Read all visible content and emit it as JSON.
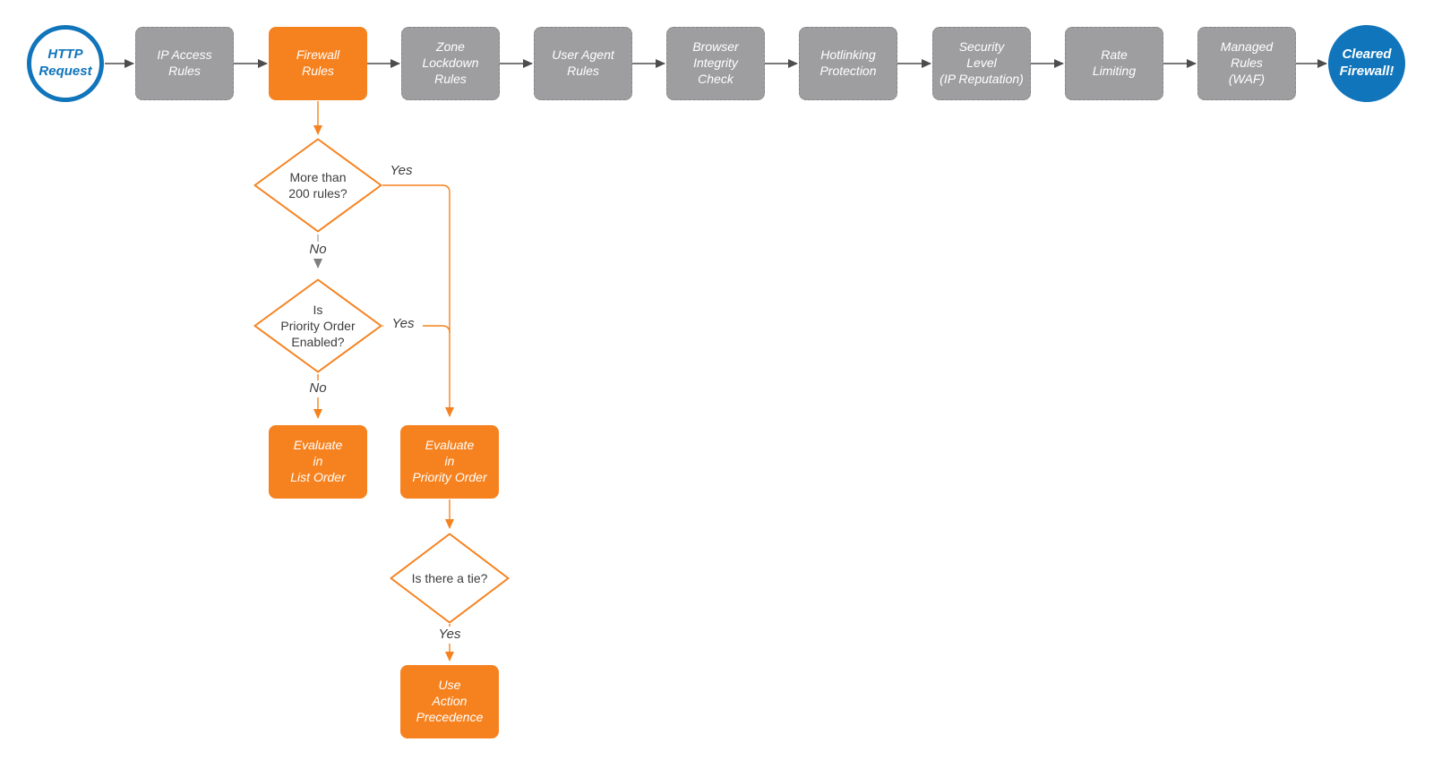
{
  "colors": {
    "orange": "#F6821F",
    "blue": "#1075BB",
    "gray": "#9E9EA0",
    "arrow_gray": "#4D4D4D"
  },
  "flow": {
    "start": {
      "label": "HTTP\nRequest"
    },
    "stages": [
      {
        "id": "ip-access-rules",
        "label": "IP Access\nRules",
        "type": "gray"
      },
      {
        "id": "firewall-rules",
        "label": "Firewall\nRules",
        "type": "orange"
      },
      {
        "id": "zone-lockdown-rules",
        "label": "Zone\nLockdown\nRules",
        "type": "gray"
      },
      {
        "id": "user-agent-rules",
        "label": "User Agent\nRules",
        "type": "gray"
      },
      {
        "id": "browser-integrity-check",
        "label": "Browser\nIntegrity\nCheck",
        "type": "gray"
      },
      {
        "id": "hotlinking-protection",
        "label": "Hotlinking\nProtection",
        "type": "gray"
      },
      {
        "id": "security-level",
        "label": "Security\nLevel\n(IP Reputation)",
        "type": "gray"
      },
      {
        "id": "rate-limiting",
        "label": "Rate\nLimiting",
        "type": "gray"
      },
      {
        "id": "managed-rules-waf",
        "label": "Managed\nRules\n(WAF)",
        "type": "gray"
      }
    ],
    "end": {
      "label": "Cleared\nFirewall!"
    },
    "decisions": [
      {
        "id": "more-than-200-rules",
        "label": "More than\n200 rules?",
        "yes": "Yes",
        "no": "No"
      },
      {
        "id": "priority-order-enabled",
        "label": "Is\nPriority Order\nEnabled?",
        "yes": "Yes",
        "no": "No"
      },
      {
        "id": "is-there-a-tie",
        "label": "Is there a tie?",
        "yes": "Yes"
      }
    ],
    "actions": [
      {
        "id": "evaluate-list-order",
        "label": "Evaluate\nin\nList Order"
      },
      {
        "id": "evaluate-priority-order",
        "label": "Evaluate\nin\nPriority Order"
      },
      {
        "id": "use-action-precedence",
        "label": "Use\nAction\nPrecedence"
      }
    ]
  }
}
